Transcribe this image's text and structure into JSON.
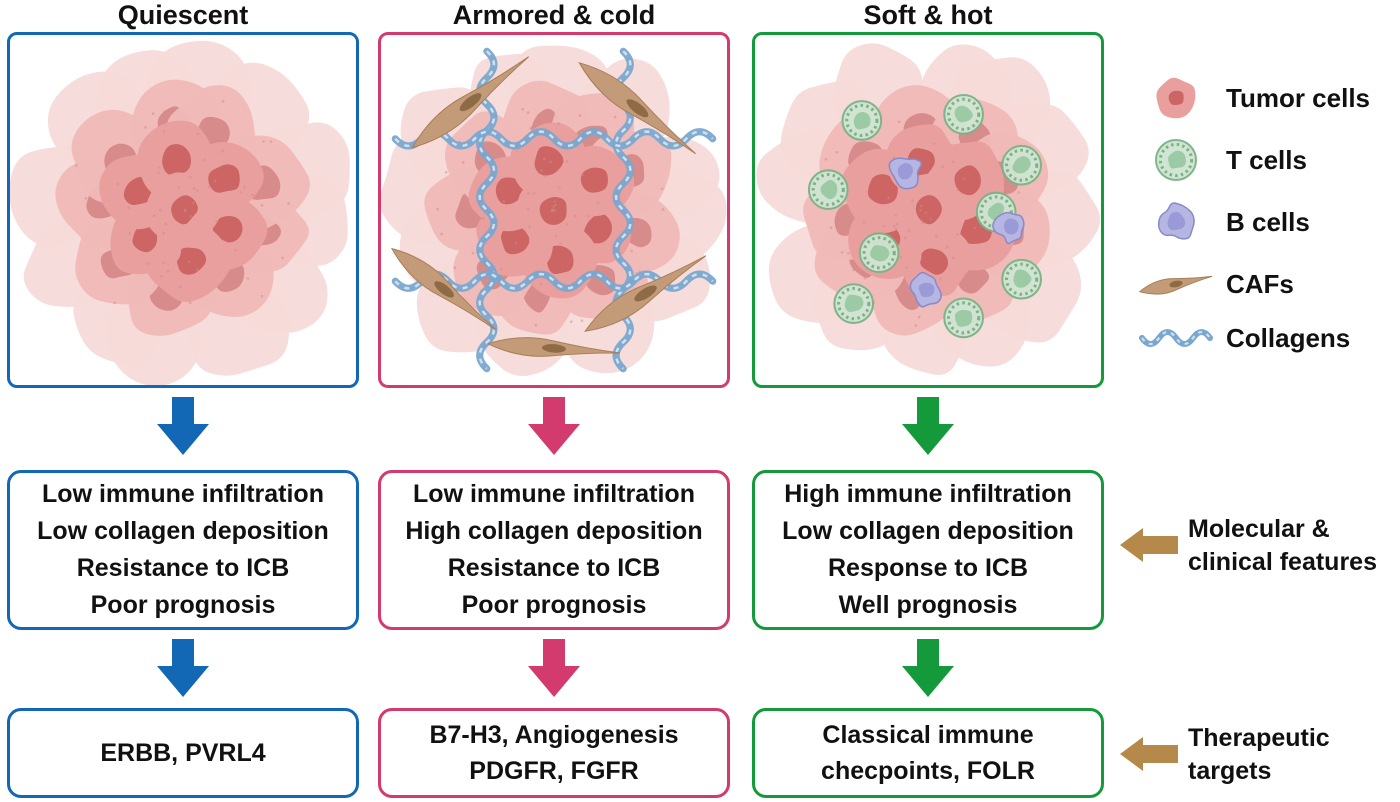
{
  "columns": [
    {
      "title": "Quiescent",
      "features": [
        "Low immune infiltration",
        "Low collagen deposition",
        "Resistance to ICB",
        "Poor prognosis"
      ],
      "targets": [
        "ERBB, PVRL4"
      ]
    },
    {
      "title": "Armored & cold",
      "features": [
        "Low immune infiltration",
        "High collagen deposition",
        "Resistance to ICB",
        "Poor prognosis"
      ],
      "targets": [
        "B7-H3, Angiogenesis",
        "PDGFR, FGFR"
      ]
    },
    {
      "title": "Soft & hot",
      "features": [
        "High immune infiltration",
        "Low collagen deposition",
        "Response to ICB",
        "Well prognosis"
      ],
      "targets": [
        "Classical immune",
        "checpoints, FOLR"
      ]
    }
  ],
  "legend": [
    {
      "icon": "tumor-cell-icon",
      "label": "Tumor cells"
    },
    {
      "icon": "t-cell-icon",
      "label": "T cells"
    },
    {
      "icon": "b-cell-icon",
      "label": "B cells"
    },
    {
      "icon": "caf-icon",
      "label": "CAFs"
    },
    {
      "icon": "collagen-icon",
      "label": "Collagens"
    }
  ],
  "annotations": [
    {
      "label": "Molecular &\nclinical features"
    },
    {
      "label": "Therapeutic\ntargets"
    }
  ],
  "colors": {
    "quiescent": "#1268b4",
    "armored": "#d33a6d",
    "soft": "#149a3b",
    "annotation_arrow": "#b5894a",
    "tumor_cell": "#e89f9e",
    "t_cell": "#9ccaa5",
    "b_cell": "#9a9ad8",
    "caf": "#c49b78",
    "collagen": "#7aa6cf"
  }
}
